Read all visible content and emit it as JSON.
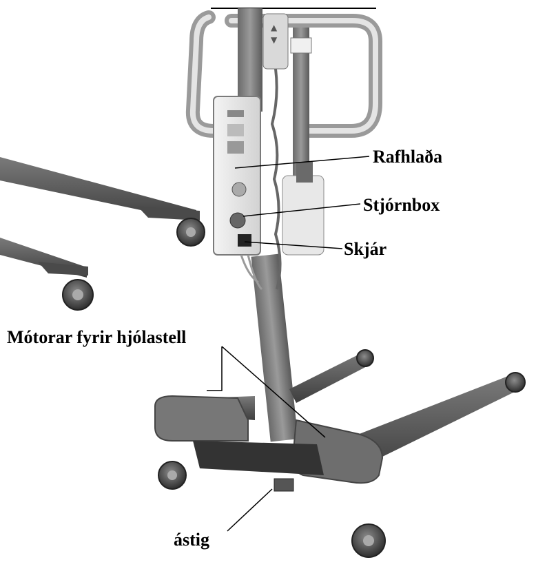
{
  "labels": {
    "battery": "Rafhlaða",
    "control_box": "Stjórnbox",
    "display": "Skjár",
    "chassis_motors": "Mótorar fyrir hjólastell",
    "pedal": "ástig"
  },
  "colors": {
    "metal_dark": "#5e5e5e",
    "metal_mid": "#8a8a8a",
    "metal_light": "#c9c9c9",
    "panel": "#ececec",
    "wheel": "#4a4a4a"
  }
}
